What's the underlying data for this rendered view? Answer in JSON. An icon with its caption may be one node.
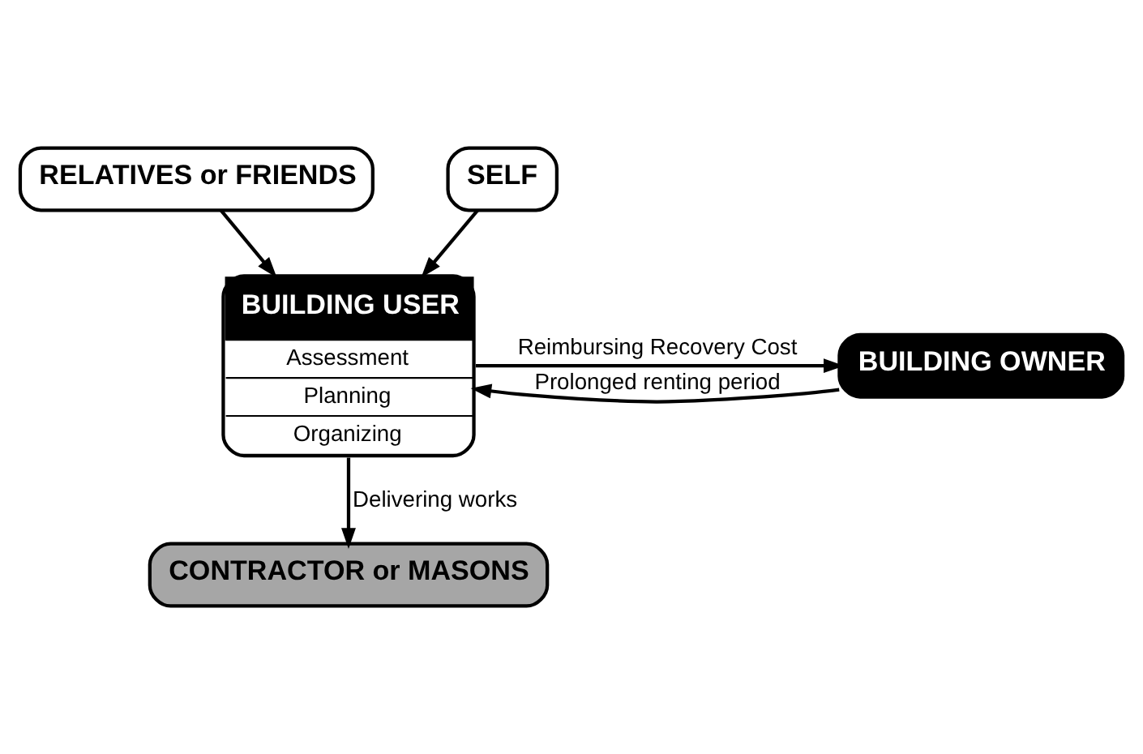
{
  "diagram": {
    "nodes": [
      {
        "text": [
          "RELATIVES or FRIENDS"
        ]
      },
      {
        "text": [
          "SELF"
        ]
      },
      {
        "text": [
          "BUILDING USER",
          "Assessment",
          "Planning",
          "Organizing"
        ]
      },
      {
        "text": [
          "BUILDING OWNER"
        ]
      },
      {
        "text": [
          "CONTRACTOR or MASONS"
        ]
      }
    ],
    "edges": [
      {
        "from": 0,
        "to": 2,
        "arrow": "to"
      },
      {
        "from": 1,
        "to": 2,
        "arrow": "to"
      },
      {
        "from": 2,
        "to": 3,
        "arrow": "to",
        "label": "Reimbursing Recovery Cost"
      },
      {
        "from": 3,
        "to": 2,
        "arrow": "to",
        "label": "Prolonged renting period"
      },
      {
        "from": 2,
        "to": 4,
        "arrow": "to",
        "label": "Delivering works"
      }
    ]
  }
}
